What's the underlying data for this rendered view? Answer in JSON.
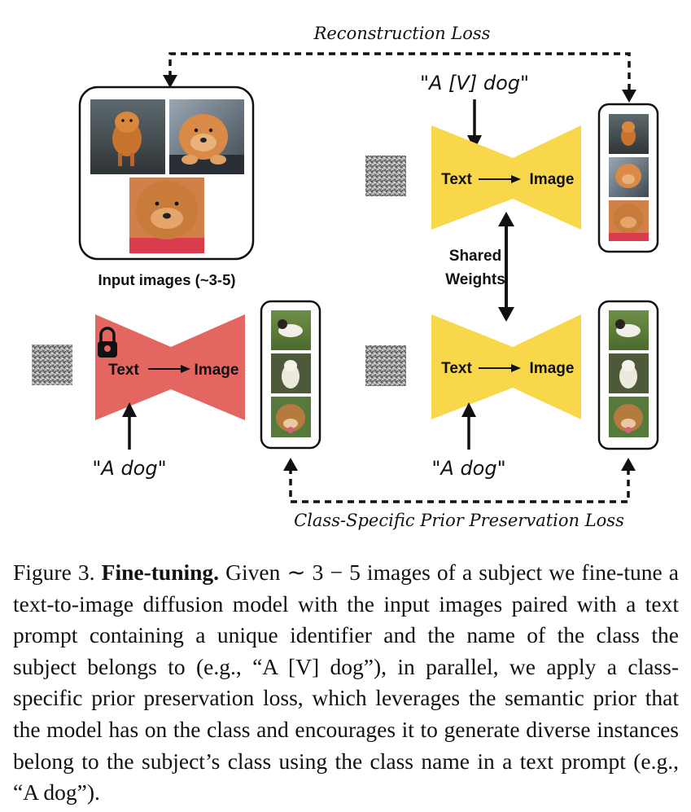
{
  "diagram": {
    "top_loss_label": "Reconstruction Loss",
    "bottom_loss_label": "Class-Specific Prior Preservation Loss",
    "input_images_label": "Input images (~3-5)",
    "shared_weights_label": [
      "Shared",
      "Weights"
    ],
    "model_text": "Text",
    "model_image": "Image",
    "prompt_specific": "\"A [V] dog\"",
    "prompt_class": "\"A dog\"",
    "colors": {
      "frozen_model": "#e36660",
      "trainable_model": "#f8d84a",
      "panel_border": "#111111",
      "arrow": "#111111"
    },
    "icons": [
      "lock-icon",
      "noise-image",
      "dog-photo"
    ]
  },
  "caption": {
    "figure_label": "Figure 3.",
    "bold_title": "Fine-tuning.",
    "body": "Given ∼ 3 − 5 images of a subject we fine-tune a text-to-image diffusion model with the input images paired with a text prompt containing a unique identifier and the name of the class the subject belongs to (e.g., “A [V] dog”), in parallel, we apply a class-specific prior preservation loss, which leverages the semantic prior that the model has on the class and encourages it to generate diverse instances belong to the subject’s class using the class name in a text prompt (e.g., “A dog”)."
  }
}
